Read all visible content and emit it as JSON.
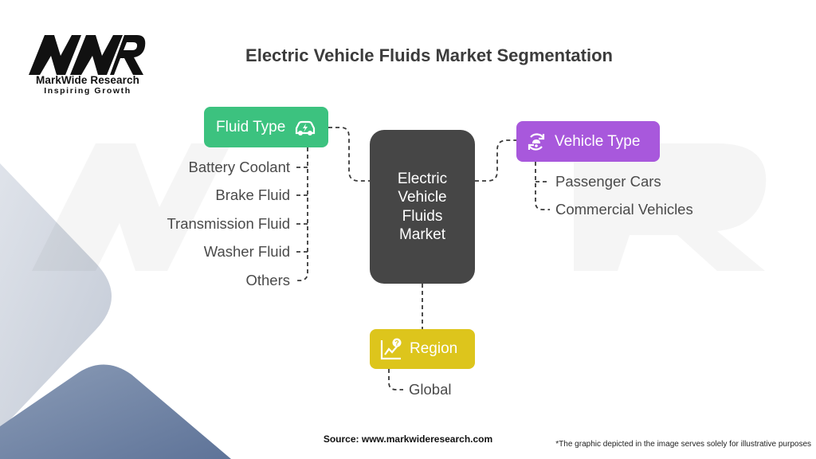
{
  "brand": {
    "logo_mark": "MWR",
    "name": "MarkWide Research",
    "tagline": "Inspiring Growth",
    "watermark": "MWR"
  },
  "title": "Electric Vehicle Fluids Market Segmentation",
  "center": {
    "label": "Electric Vehicle Fluids Market"
  },
  "segments": {
    "fluid_type": {
      "label": "Fluid Type",
      "icon": "electric-car-icon",
      "color": "#3cc27f",
      "items": [
        "Battery Coolant",
        "Brake Fluid",
        "Transmission Fluid",
        "Washer Fluid",
        "Others"
      ]
    },
    "vehicle_type": {
      "label": "Vehicle Type",
      "icon": "eco-cycle-icon",
      "color": "#a858dc",
      "items": [
        "Passenger Cars",
        "Commercial Vehicles"
      ]
    },
    "region": {
      "label": "Region",
      "icon": "chart-question-icon",
      "color": "#ddc51c",
      "items": [
        "Global"
      ]
    }
  },
  "footer": {
    "source": "Source: www.markwideresearch.com",
    "disclaimer": "*The graphic depicted in the image serves solely for illustrative purposes"
  },
  "colors": {
    "center_box": "#464646",
    "title": "#3c3c3c",
    "connector": "#3a3a3a"
  }
}
